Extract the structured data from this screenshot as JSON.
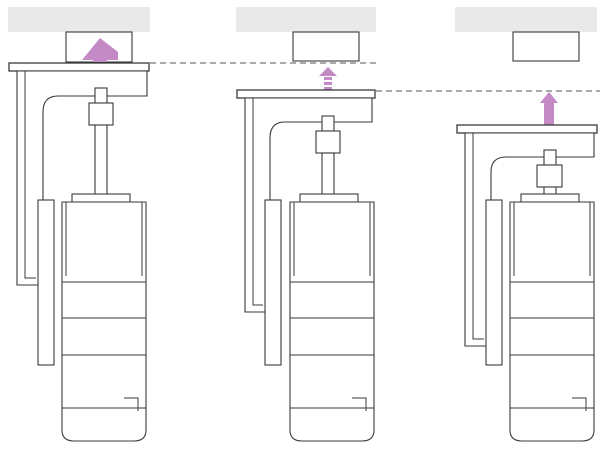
{
  "diagram": {
    "description_kind": "three-step ceiling-mount installation illustration (no visible text)",
    "colors": {
      "ceiling": "#e9e9e9",
      "outline": "#3a3a3a",
      "arrow_accent": "#c38ac6",
      "guide_line": "#555555"
    },
    "steps": [
      {
        "id": "step-1",
        "arrow_style": "solid",
        "arrow_direction": "up"
      },
      {
        "id": "step-2",
        "arrow_style": "dashed",
        "arrow_direction": "up"
      },
      {
        "id": "step-3",
        "arrow_style": "solid",
        "arrow_direction": "up"
      }
    ]
  }
}
